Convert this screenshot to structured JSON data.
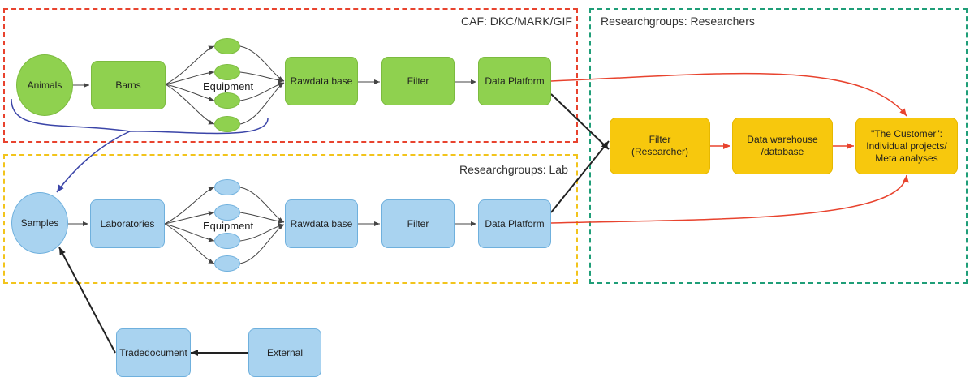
{
  "regions": {
    "caf": "CAF: DKC/MARK/GIF",
    "lab": "Researchgroups: Lab",
    "researchers": "Researchgroups: Researchers"
  },
  "colors": {
    "caf_border": "#e8432e",
    "lab_border": "#f2c41c",
    "researchers_border": "#1f9e78",
    "green_node": "#8fd14f",
    "blue_node": "#a9d3f0",
    "yellow_node": "#f7c80d",
    "red_arrow": "#e8432e",
    "blue_arrow": "#3b45a8",
    "black_arrow": "#222222"
  },
  "nodes": {
    "animals": "Animals",
    "barns": "Barns",
    "equipment_top": "Equipment",
    "rawdata_top": "Rawdata base",
    "filter_top": "Filter",
    "platform_top": "Data Platform",
    "samples": "Samples",
    "laboratories": "Laboratories",
    "equipment_bottom": "Equipment",
    "rawdata_bottom": "Rawdata base",
    "filter_bottom": "Filter",
    "platform_bottom": "Data Platform",
    "filter_researcher": "Filter\n(Researcher)",
    "warehouse": "Data warehouse\n/database",
    "customer": "\"The Customer\":\nIndividual projects/\nMeta analyses",
    "tradedocument": "Tradedocument",
    "external": "External"
  }
}
